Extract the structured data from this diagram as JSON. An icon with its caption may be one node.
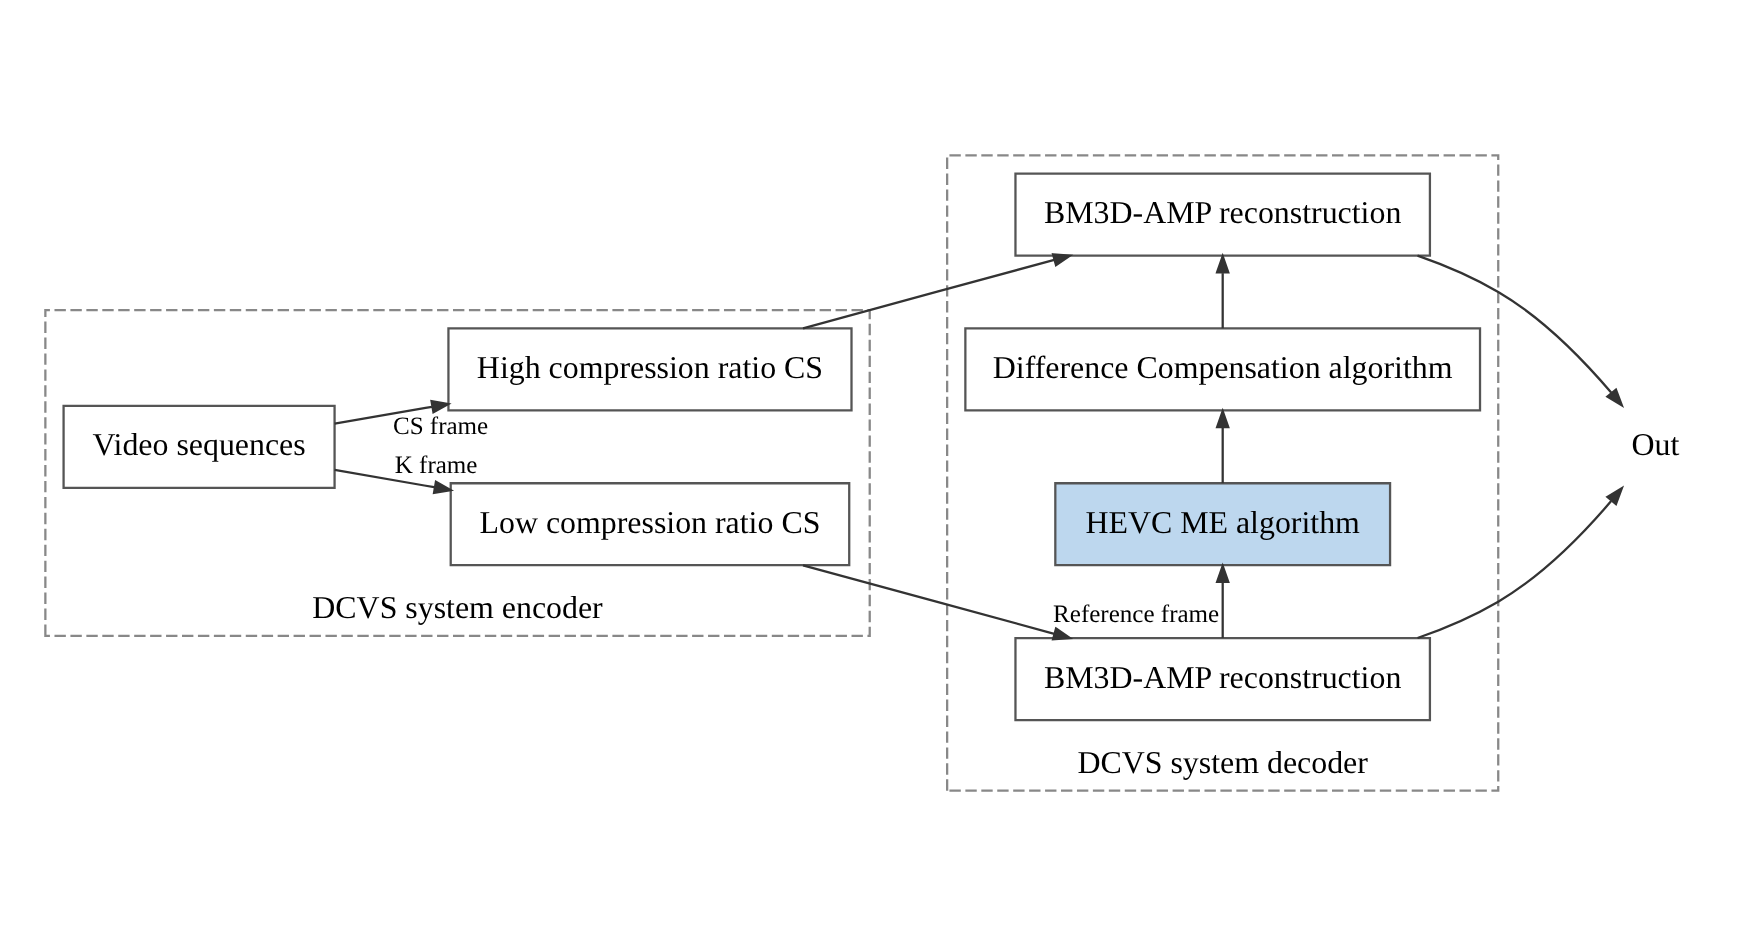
{
  "diagram": {
    "nodes": [
      {
        "text": [
          "DCVS system encoder"
        ]
      },
      {
        "text": [
          "DCVS system decoder"
        ]
      },
      {
        "text": [
          "Video sequences"
        ],
        "in": 0
      },
      {
        "text": [
          "Low compression ratio CS"
        ],
        "in": 0
      },
      {
        "text": [
          "High compression ratio CS"
        ],
        "in": 0
      },
      {
        "text": [
          "BM3D-AMP reconstruction"
        ],
        "in": 1
      },
      {
        "text": [
          "HEVC ME algorithm"
        ],
        "in": 1
      },
      {
        "text": [
          "Difference Compensation algorithm"
        ],
        "in": 1
      },
      {
        "text": [
          "BM3D-AMP reconstruction"
        ],
        "in": 1
      },
      {
        "text": [
          "Out"
        ]
      }
    ],
    "edges": [
      {
        "from": 2,
        "to": 3,
        "arrow": "to",
        "label": "K frame"
      },
      {
        "from": 2,
        "to": 4,
        "arrow": "to",
        "label": "CS frame"
      },
      {
        "from": 3,
        "to": 5,
        "arrow": "to"
      },
      {
        "from": 4,
        "to": 8,
        "arrow": "to"
      },
      {
        "from": 5,
        "to": 6,
        "arrow": "to",
        "label": "Reference frame"
      },
      {
        "from": 6,
        "to": 7,
        "arrow": "to"
      },
      {
        "from": 7,
        "to": 8,
        "arrow": "to"
      },
      {
        "from": 5,
        "to": 9,
        "arrow": "to"
      },
      {
        "from": 8,
        "to": 9,
        "arrow": "to"
      }
    ]
  }
}
